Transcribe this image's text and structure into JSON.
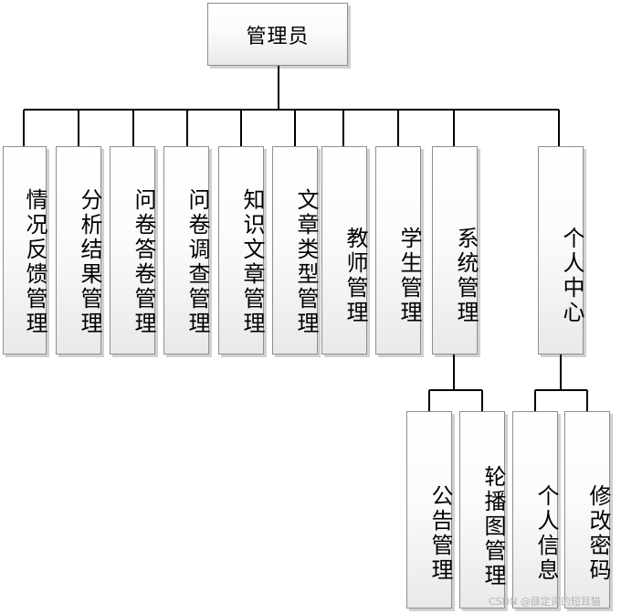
{
  "root": {
    "label": "管理员"
  },
  "children": [
    {
      "label": "情况反馈管理"
    },
    {
      "label": "分析结果管理"
    },
    {
      "label": "问卷答卷管理"
    },
    {
      "label": "问卷调查管理"
    },
    {
      "label": "知识文章管理"
    },
    {
      "label": "文章类型管理"
    },
    {
      "label": "教师管理"
    },
    {
      "label": "学生管理"
    },
    {
      "label": "系统管理"
    },
    {
      "label": "个人中心"
    }
  ],
  "system_children": [
    {
      "label": "公告管理"
    },
    {
      "label": "轮播图管理"
    }
  ],
  "personal_children": [
    {
      "label": "个人信息"
    },
    {
      "label": "修改密码"
    }
  ],
  "watermark": "CSDN @薛定谔的短耳猫"
}
